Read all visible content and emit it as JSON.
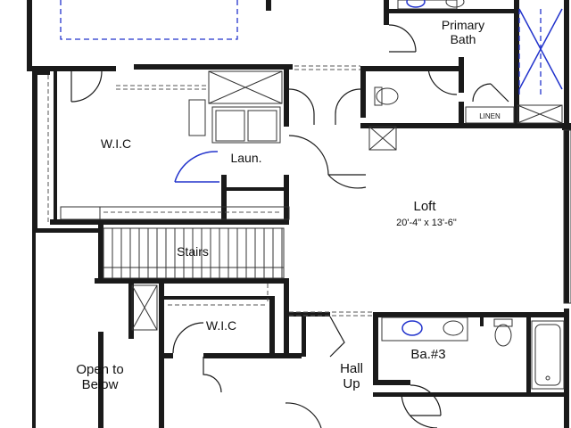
{
  "rooms": {
    "primary_bath": [
      "Primary",
      "Bath"
    ],
    "wic_top": "W.I.C",
    "laundry": "Laun.",
    "loft": "Loft",
    "loft_dims": "20'-4\" x 13'-6\"",
    "stairs": "Stairs",
    "wic_bottom": "W.I.C",
    "open_to_below": [
      "Open to",
      "Below"
    ],
    "hall": [
      "Hall",
      "Up"
    ],
    "bath3": "Ba.#3",
    "linen": "LINEN"
  },
  "colors": {
    "wall": "#1a1a1a",
    "fixture_blue": "#2233cc",
    "background": "#ffffff"
  }
}
